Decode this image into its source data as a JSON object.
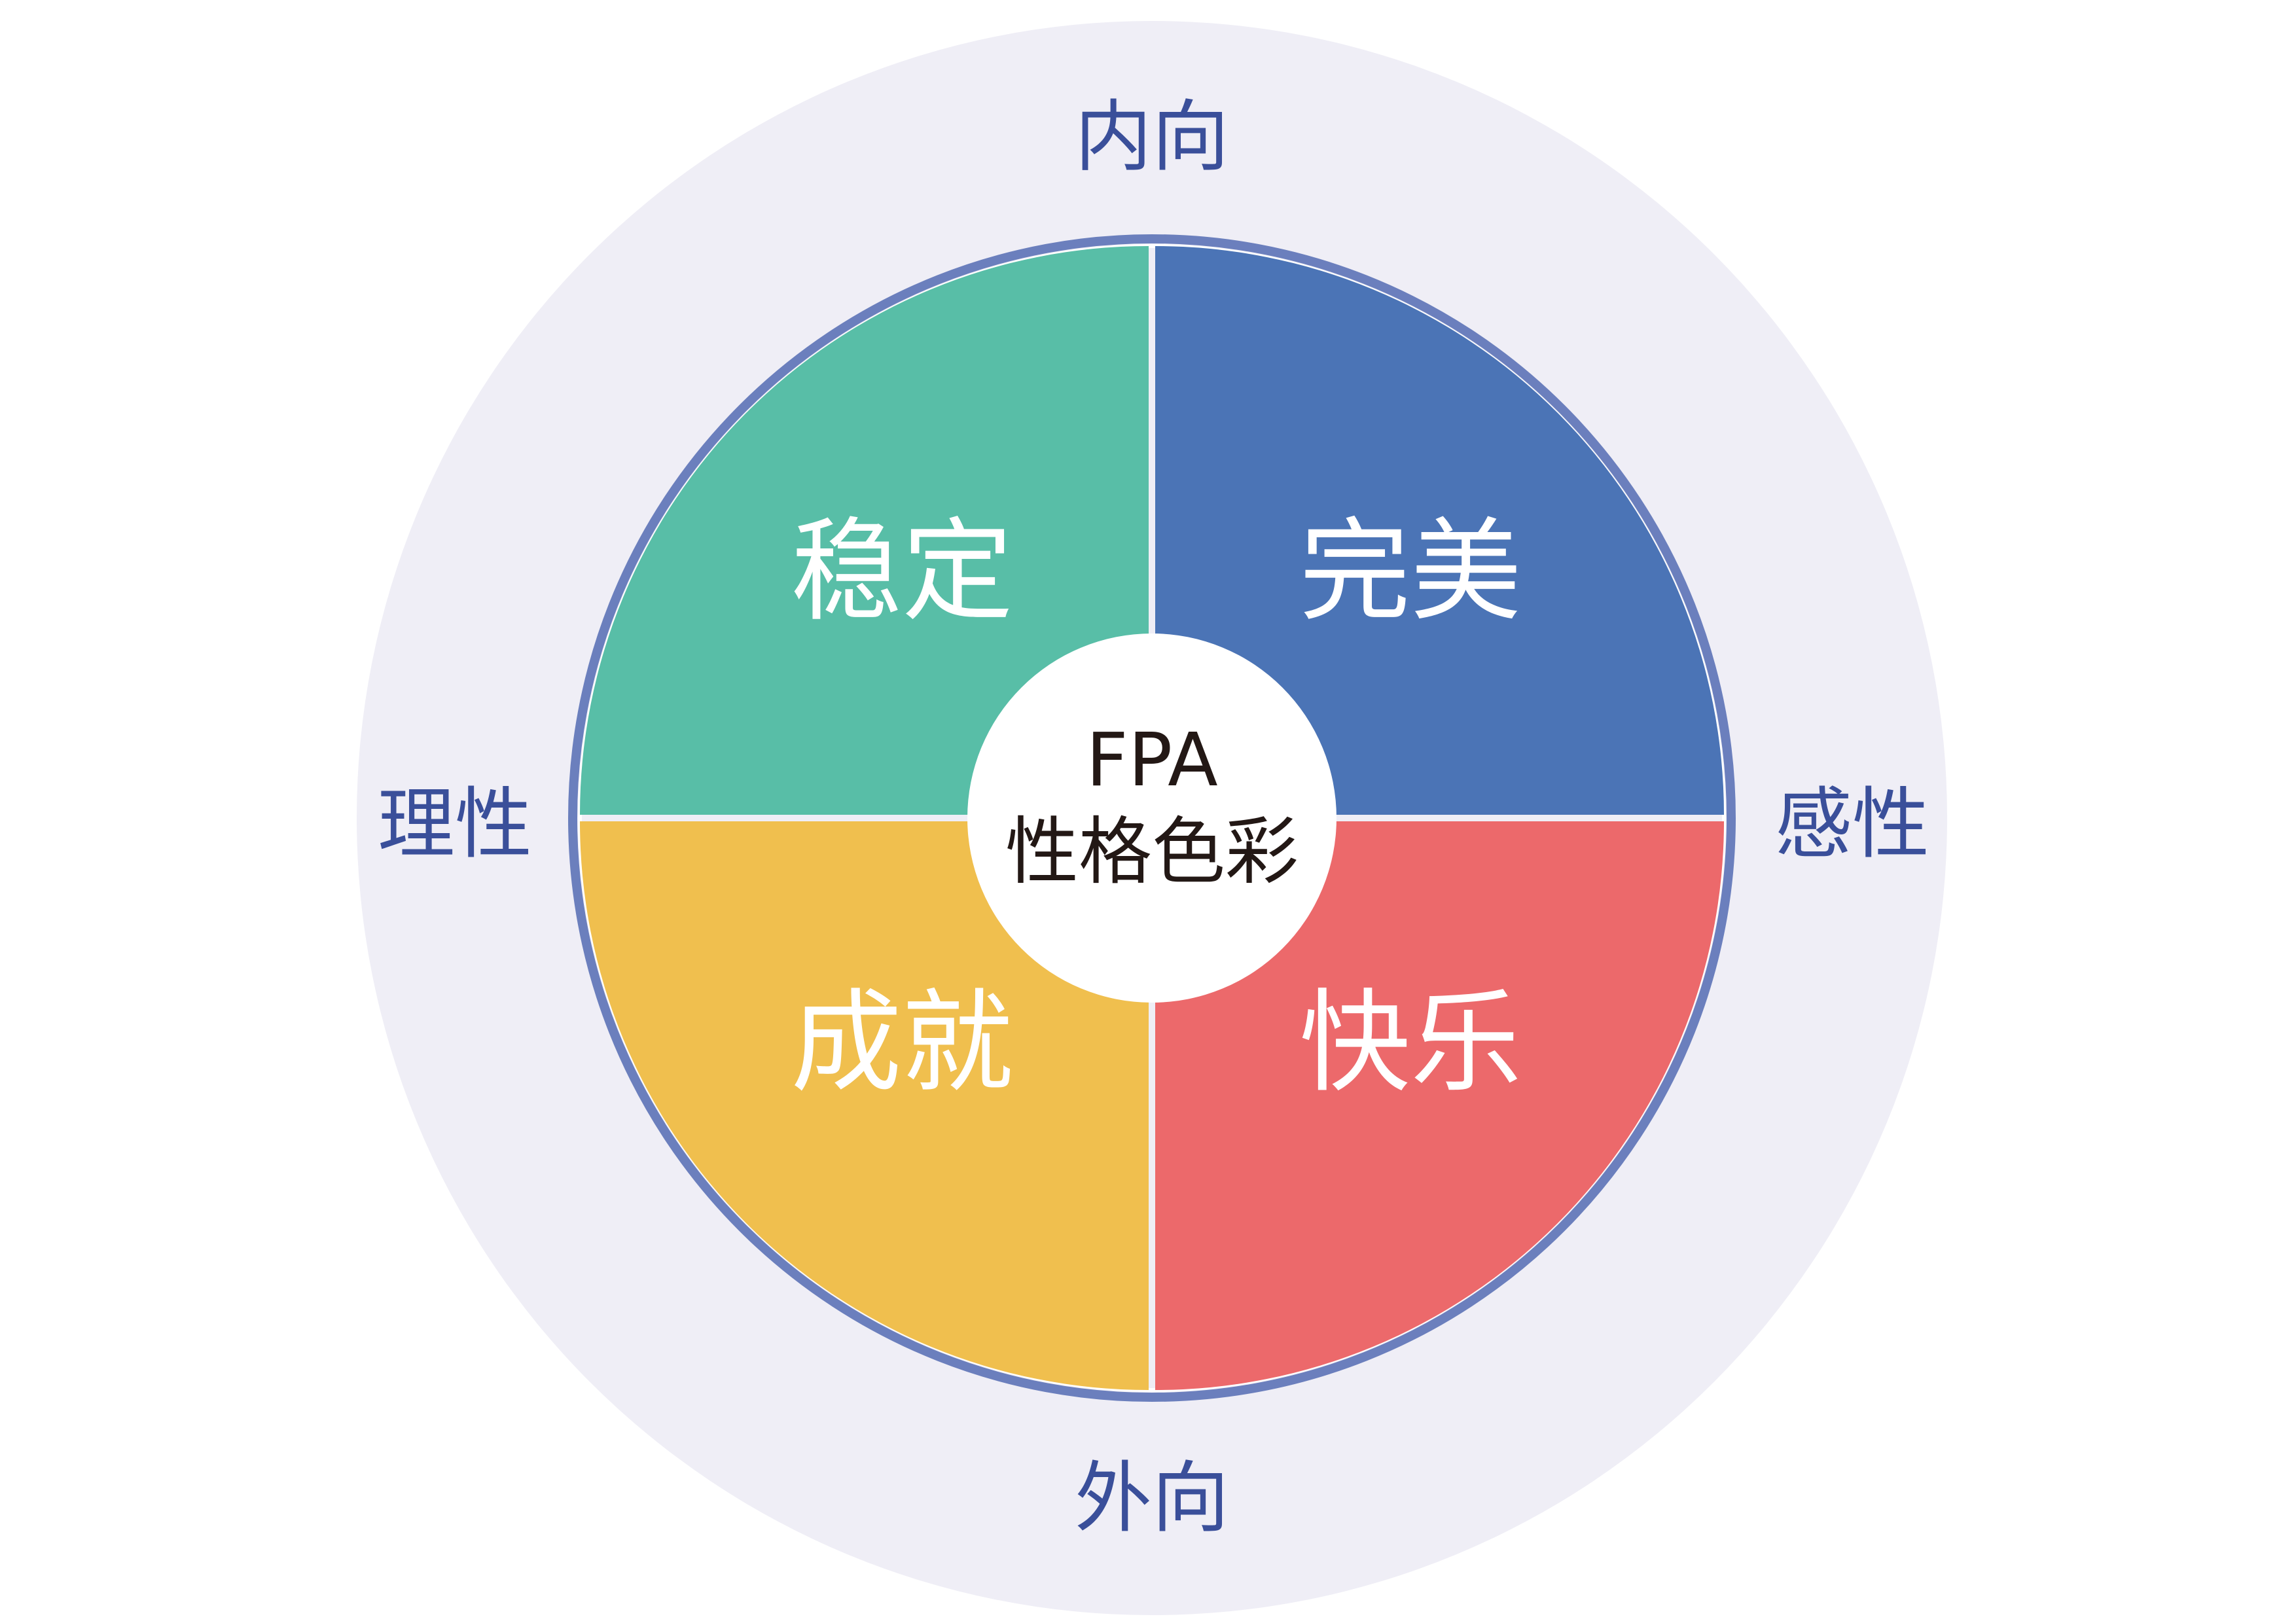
{
  "colors": {
    "outer_ring": "#efeef6",
    "ring_border": "#6b7fbd",
    "stable": "#58bea7",
    "perfect": "#4b74b6",
    "achievement": "#f0bf4e",
    "happy": "#ec696b",
    "center": "#ffffff",
    "axis_text": "#3a4f9a",
    "center_text": "#231815"
  },
  "axes": {
    "top": "内向",
    "bottom": "外向",
    "left": "理性",
    "right": "感性"
  },
  "quadrants": {
    "top_left": "稳定",
    "top_right": "完美",
    "bottom_left": "成就",
    "bottom_right": "快乐"
  },
  "center": {
    "line1": "FPA",
    "line2": "性格色彩"
  }
}
